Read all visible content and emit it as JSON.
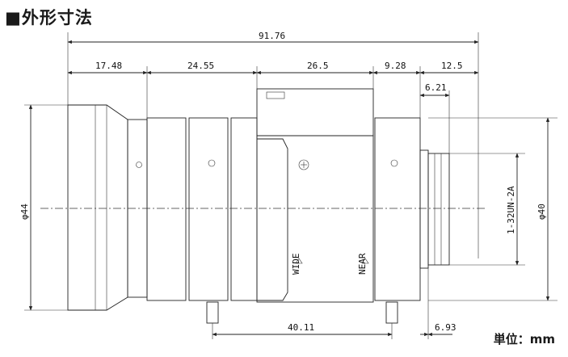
{
  "title": "■外形寸法",
  "unit_label": "単位：mm",
  "dimensions": {
    "overall_length": "91.76",
    "seg_front": "17.48",
    "seg_rings": "24.55",
    "seg_body": "26.5",
    "seg_near_ring": "9.28",
    "seg_mount": "12.5",
    "seg_flange": "6.21",
    "front_diameter": "φ44",
    "mount_diameter": "φ40",
    "thread": "1-32UN-2A",
    "screw_spacing": "40.11",
    "back_offset": "6.93"
  },
  "labels": {
    "wide": "WIDE",
    "near": "NEAR"
  }
}
